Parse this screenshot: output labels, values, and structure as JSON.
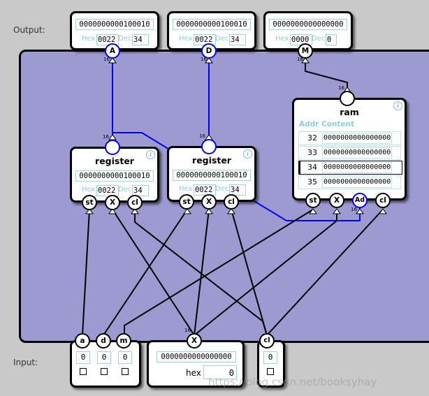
{
  "labels": {
    "output": "Output:",
    "input": "Input:"
  },
  "outputs": [
    {
      "name": "output-a",
      "bits": "0000000000100010",
      "hex_label": "Hex",
      "hex": "0022",
      "dec_label": "Dec",
      "dec": "34",
      "pin": "A",
      "width": "16"
    },
    {
      "name": "output-d",
      "bits": "0000000000100010",
      "hex_label": "Hex",
      "hex": "0022",
      "dec_label": "Dec",
      "dec": "34",
      "pin": "D",
      "width": "16"
    },
    {
      "name": "output-m",
      "bits": "0000000000000000",
      "hex_label": "Hex",
      "hex": "0000",
      "dec_label": "Dec",
      "dec": "0",
      "pin": "M",
      "width": "16"
    }
  ],
  "registers": [
    {
      "title": "register",
      "bits": "0000000000100010",
      "hex_label": "Hex",
      "hex": "0022",
      "dec_label": "Dec",
      "dec": "34",
      "width": "16",
      "pins": [
        "st",
        "X",
        "cl"
      ]
    },
    {
      "title": "register",
      "bits": "0000000000100010",
      "hex_label": "Hex",
      "hex": "0022",
      "dec_label": "Dec",
      "dec": "34",
      "width": "16",
      "pins": [
        "st",
        "X",
        "cl"
      ]
    }
  ],
  "ram": {
    "title": "ram",
    "addr_header": "Addr",
    "content_header": "Content",
    "width": "16",
    "rows": [
      {
        "addr": "32",
        "value": "0000000000000000"
      },
      {
        "addr": "33",
        "value": "0000000000000000"
      },
      {
        "addr": "34",
        "value": "0000000000000000"
      },
      {
        "addr": "35",
        "value": "0000000000000000"
      }
    ],
    "pins": [
      "st",
      "X",
      "Ad",
      "cl"
    ],
    "ad_width": "16"
  },
  "info_glyph": "i",
  "inputs": {
    "control": [
      {
        "pin": "a",
        "value": "0"
      },
      {
        "pin": "d",
        "value": "0"
      },
      {
        "pin": "m",
        "value": "0"
      }
    ],
    "x": {
      "pin": "X",
      "width": "16",
      "bits": "0000000000000000",
      "hex_label": "hex",
      "value": "0"
    },
    "cl": {
      "pin": "cl",
      "value": "0"
    }
  },
  "watermark": "https://blog.csdn.net/booksyhay",
  "colors": {
    "board": "#9c9ad0",
    "active_wire": "#0000ee",
    "wire": "#000000",
    "accent_text": "#8ad0dc"
  }
}
